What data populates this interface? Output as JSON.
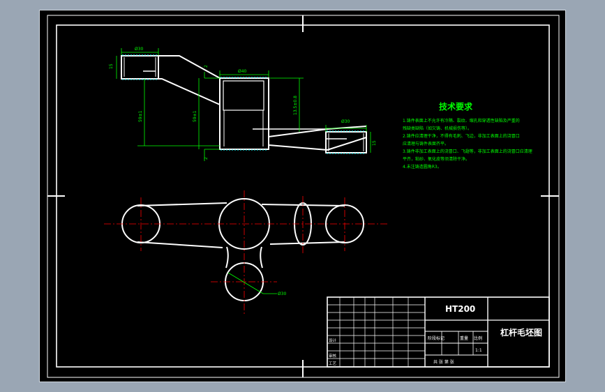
{
  "dimensions": {
    "dia_30_top": "Ø30",
    "dia_40": "Ø40",
    "dia_30_right": "Ø30",
    "height_15_left": "15",
    "height_15_right": "15",
    "dim_2_top": "2",
    "dim_2_bottom": "2",
    "dim_59_left": "59±1",
    "dim_59_right": "59±1",
    "dim_13": "13.5±0.8",
    "dia_30_bottom": "Ø30"
  },
  "tech_requirements": {
    "title": "技术要求",
    "lines": [
      "1.铸件表面上不允许有冷隔、裂纹、缩孔和穿透性缺陷及严重的",
      "残缺类缺陷（如欠铸、机械损伤等）。",
      "2.铸件应清理干净，不得有毛刺、飞边，非加工表面上的浇冒口",
      "应清理与铸件表面齐平。",
      "3.铸件非加工表面上的浇冒口、飞翅等，非加工表面上的浇冒口应清理",
      "平齐，粘砂、氧化皮等须清除干净。",
      "4.未注铸造圆角R3。"
    ]
  },
  "title_block": {
    "material": "HT200",
    "drawing_name": "杠杆毛坯图",
    "row_labels": [
      "设计",
      "审核",
      "工艺"
    ],
    "stage_label": "阶段标记",
    "weight_label": "重量",
    "scale_label": "比例",
    "scale_value": "1:1",
    "sheet_label": "共   张  第   张"
  },
  "colors": {
    "background": "#000000",
    "outline": "#ffffff",
    "dimension": "#00ff00",
    "centerline": "#ff0000",
    "text": "#00ff00",
    "hatch": "#00ffff"
  }
}
